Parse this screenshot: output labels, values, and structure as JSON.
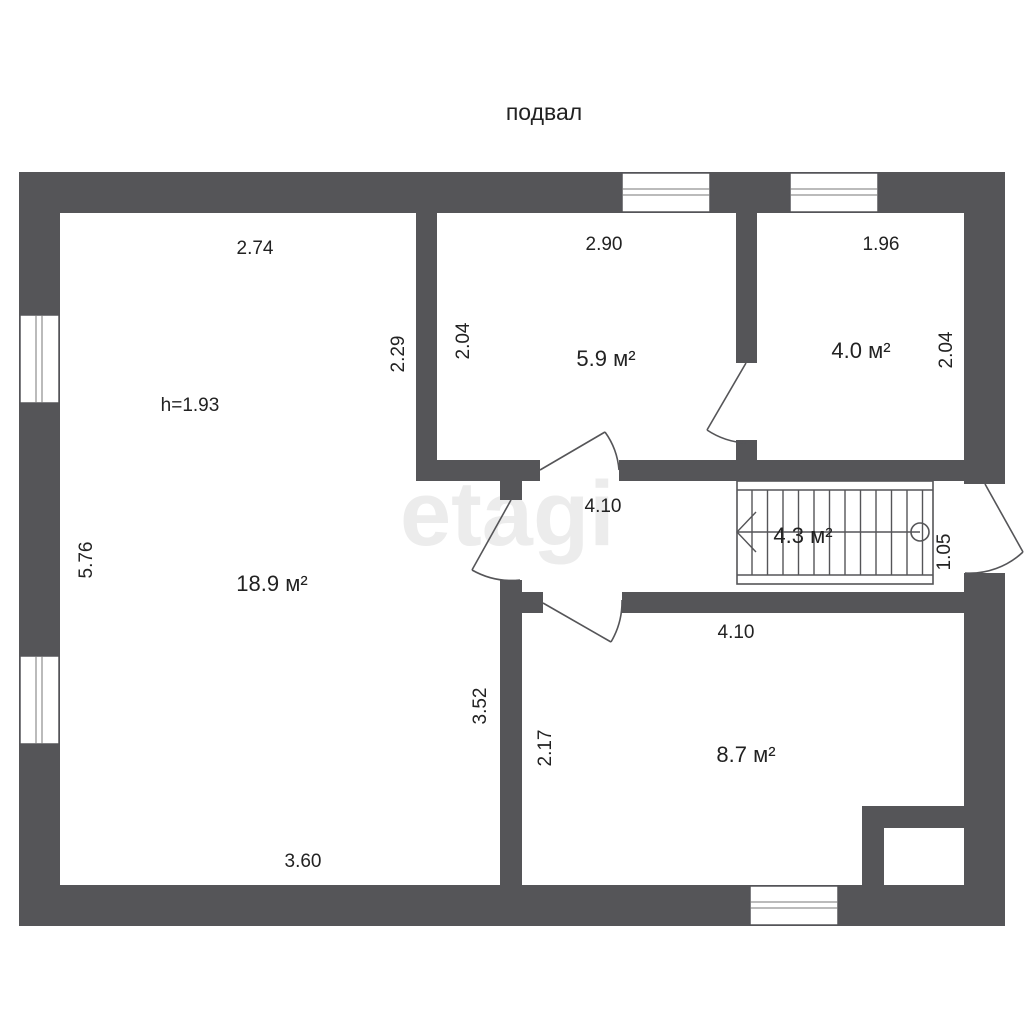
{
  "title": "подвал",
  "watermark": "etagi",
  "ceiling_height": "h=1.93",
  "rooms": {
    "big_room": {
      "area": "18.9 м²",
      "dims": [
        "2.74",
        "2.29",
        "5.76",
        "3.52",
        "3.60"
      ]
    },
    "room_top_middle": {
      "area": "5.9 м²",
      "dims": [
        "2.90",
        "2.04"
      ]
    },
    "room_top_right": {
      "area": "4.0 м²",
      "dims": [
        "1.96",
        "2.04"
      ]
    },
    "corridor": {
      "area": "4.3 м²",
      "dims": [
        "4.10",
        "1.05"
      ]
    },
    "room_bottom_right": {
      "area": "8.7 м²",
      "dims": [
        "4.10",
        "2.17"
      ]
    }
  },
  "colors": {
    "wall": "#555558",
    "background": "#ffffff",
    "text": "#222222"
  }
}
